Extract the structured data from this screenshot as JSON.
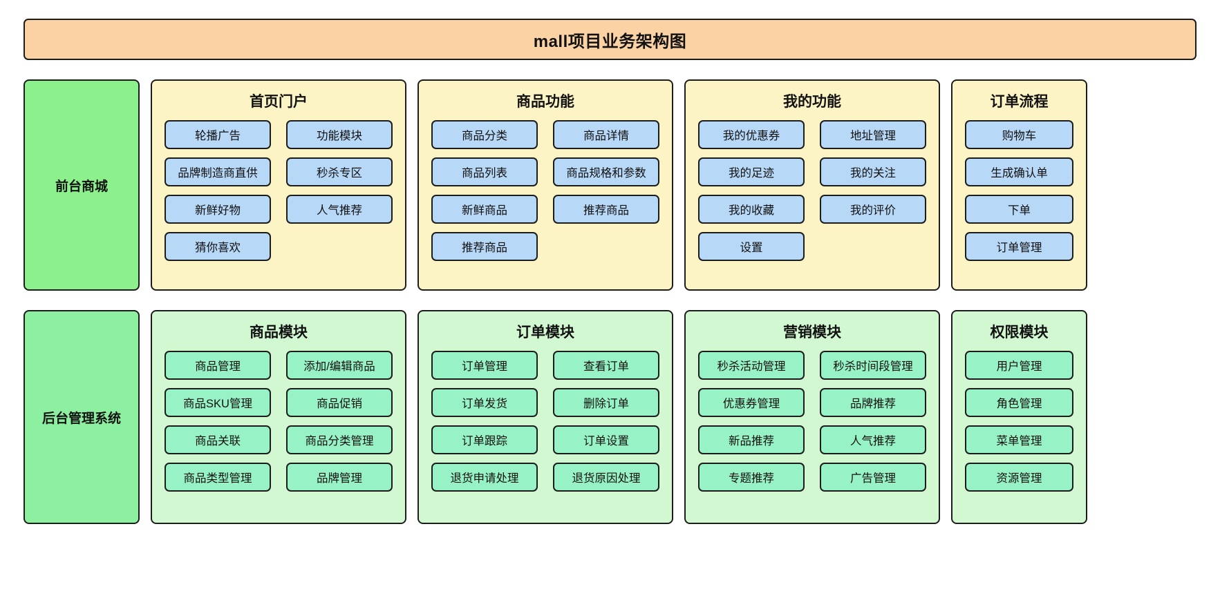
{
  "title": "mall项目业务架构图",
  "colors": {
    "title_bg": "#fbd2a4",
    "side_front_bg": "#8cf08c",
    "side_admin_bg": "#8cf0a0",
    "group_front_bg": "#fcf4c4",
    "group_admin_bg": "#d2f8d2",
    "node_front_bg": "#b7d8f7",
    "node_admin_bg": "#97f2c5",
    "border": "#1c1c1c"
  },
  "layers": [
    {
      "label": "前台商城",
      "groups": [
        {
          "title": "首页门户",
          "nodes": [
            "轮播广告",
            "功能模块",
            "品牌制造商直供",
            "秒杀专区",
            "新鲜好物",
            "人气推荐",
            "猜你喜欢"
          ]
        },
        {
          "title": "商品功能",
          "nodes": [
            "商品分类",
            "商品详情",
            "商品列表",
            "商品规格和参数",
            "新鲜商品",
            "推荐商品",
            "推荐商品"
          ]
        },
        {
          "title": "我的功能",
          "nodes": [
            "我的优惠券",
            "地址管理",
            "我的足迹",
            "我的关注",
            "我的收藏",
            "我的评价",
            "设置"
          ]
        },
        {
          "title": "订单流程",
          "nodes": [
            "购物车",
            "生成确认单",
            "下单",
            "订单管理"
          ]
        }
      ]
    },
    {
      "label": "后台管理系统",
      "groups": [
        {
          "title": "商品模块",
          "nodes": [
            "商品管理",
            "添加/编辑商品",
            "商品SKU管理",
            "商品促销",
            "商品关联",
            "商品分类管理",
            "商品类型管理",
            "品牌管理"
          ]
        },
        {
          "title": "订单模块",
          "nodes": [
            "订单管理",
            "查看订单",
            "订单发货",
            "删除订单",
            "订单跟踪",
            "订单设置",
            "退货申请处理",
            "退货原因处理"
          ]
        },
        {
          "title": "营销模块",
          "nodes": [
            "秒杀活动管理",
            "秒杀时间段管理",
            "优惠券管理",
            "品牌推荐",
            "新品推荐",
            "人气推荐",
            "专题推荐",
            "广告管理"
          ]
        },
        {
          "title": "权限模块",
          "nodes": [
            "用户管理",
            "角色管理",
            "菜单管理",
            "资源管理"
          ]
        }
      ]
    }
  ]
}
